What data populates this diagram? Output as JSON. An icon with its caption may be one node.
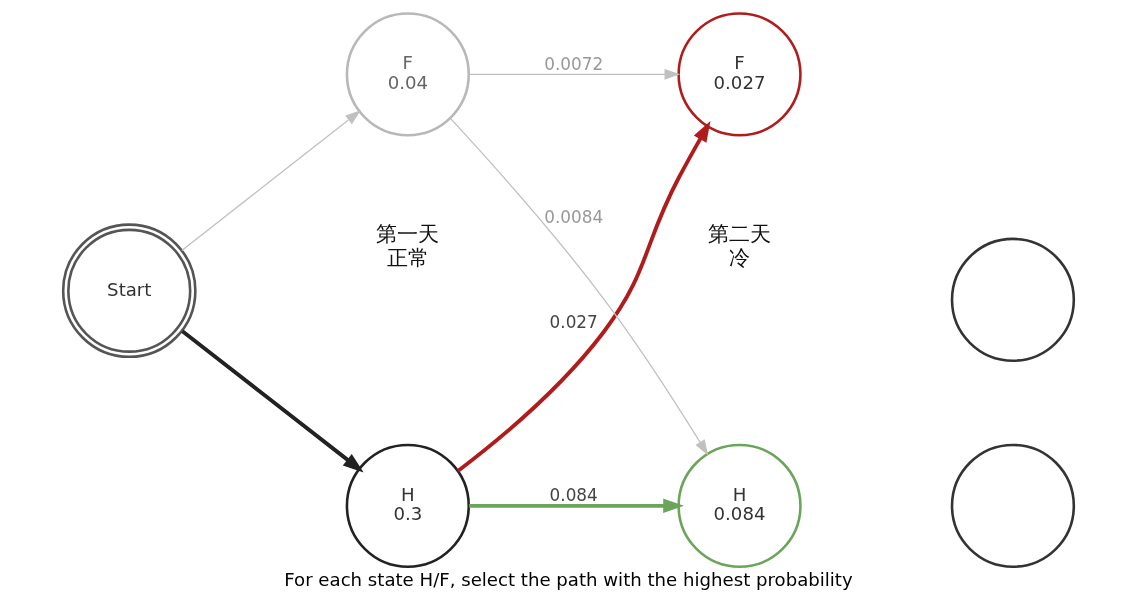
{
  "diagram": {
    "caption": "For each state H/F, select the path with the highest probability",
    "nodes": [
      {
        "text": [
          "Start"
        ]
      },
      {
        "text": [
          "H",
          "0.3"
        ],
        "beside": [
          "第一天",
          "正常"
        ]
      },
      {
        "text": [
          "F",
          "0.04"
        ]
      },
      {
        "text": [
          "H",
          "0.084"
        ],
        "beside": [
          "第二天",
          "冷"
        ]
      },
      {
        "text": [
          "F",
          "0.027"
        ]
      },
      {
        "text": [],
        "shape": "circle"
      },
      {
        "text": [],
        "shape": "circle"
      }
    ],
    "edges": [
      {
        "from": 0,
        "to": 1,
        "arrow": "to",
        "style": "thick",
        "color": "#222222"
      },
      {
        "from": 0,
        "to": 2,
        "arrow": "to"
      },
      {
        "from": 1,
        "to": 3,
        "arrow": "to",
        "label": "0.084",
        "style": "thick",
        "color": "#6aa55a"
      },
      {
        "from": 1,
        "to": 4,
        "arrow": "to",
        "label": "0.027",
        "style": "thick",
        "color": "#b01c1c"
      },
      {
        "from": 2,
        "to": 3,
        "arrow": "to",
        "label": "0.0084"
      },
      {
        "from": 2,
        "to": 4,
        "arrow": "to",
        "label": "0.0072"
      }
    ]
  }
}
